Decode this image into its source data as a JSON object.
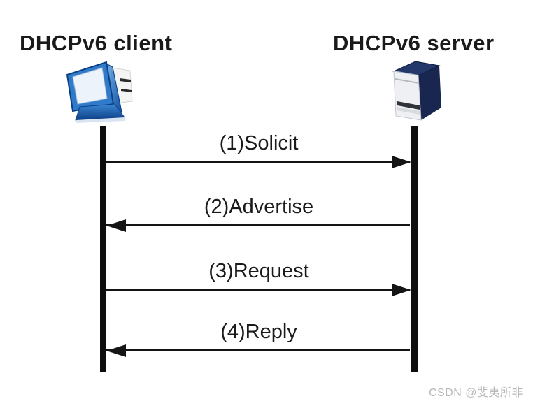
{
  "diagram": {
    "actors": [
      {
        "name": "DHCPv6 client",
        "icon": "client-computer-icon",
        "role": "client"
      },
      {
        "name": "DHCPv6 server",
        "icon": "server-tower-icon",
        "role": "server"
      }
    ],
    "messages": [
      {
        "step": 1,
        "label": "(1)Solicit",
        "direction": "right",
        "from": "DHCPv6 client",
        "to": "DHCPv6 server"
      },
      {
        "step": 2,
        "label": "(2)Advertise",
        "direction": "left",
        "from": "DHCPv6 server",
        "to": "DHCPv6 client"
      },
      {
        "step": 3,
        "label": "(3)Request",
        "direction": "right",
        "from": "DHCPv6 client",
        "to": "DHCPv6 server"
      },
      {
        "step": 4,
        "label": "(4)Reply",
        "direction": "left",
        "from": "DHCPv6 server",
        "to": "DHCPv6 client"
      }
    ]
  },
  "watermark": {
    "text": "CSDN @斐夷所非"
  },
  "colors": {
    "background": "#ffffff",
    "line": "#151515",
    "text": "#1a1a1a",
    "watermark": "#b8b8b8",
    "icon_blue": "#2f7ac9",
    "icon_navy": "#1f3261"
  }
}
